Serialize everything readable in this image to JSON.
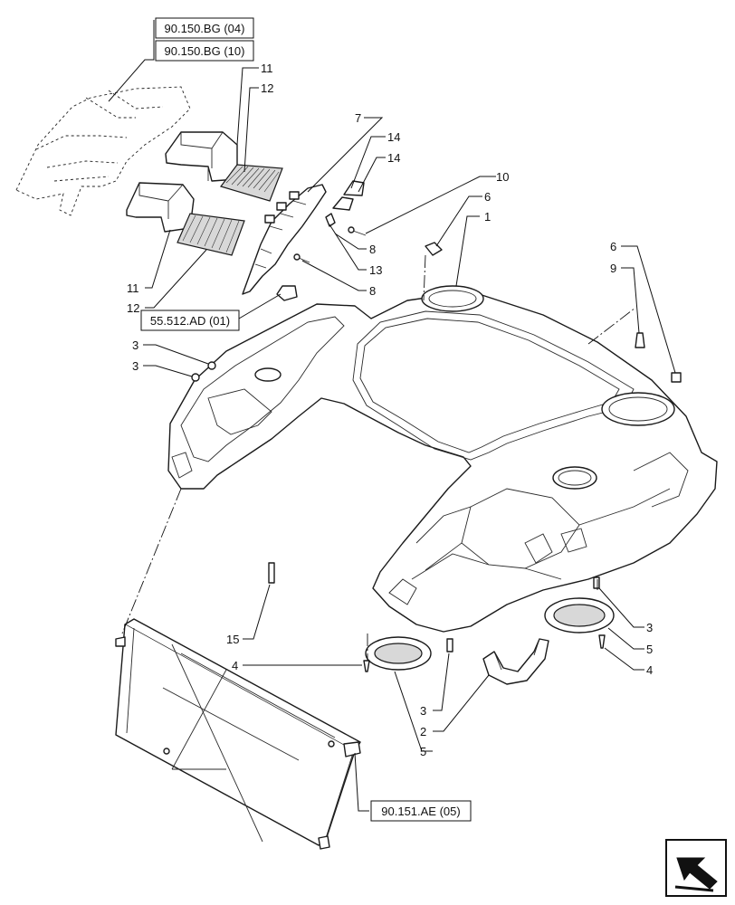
{
  "references": {
    "ref_90_150_bg_04": "90.150.BG (04)",
    "ref_90_150_bg_10": "90.150.BG (10)",
    "ref_55_512_ad_01": "55.512.AD (01)",
    "ref_90_151_ae_05": "90.151.AE (05)"
  },
  "callouts": {
    "c1": "1",
    "c2": "2",
    "c3a": "3",
    "c3b": "3",
    "c3c": "3",
    "c3d": "3",
    "c4a": "4",
    "c4b": "4",
    "c5a": "5",
    "c5b": "5",
    "c6a": "6",
    "c6b": "6",
    "c7": "7",
    "c8a": "8",
    "c8b": "8",
    "c9": "9",
    "c10": "10",
    "c11a": "11",
    "c11b": "11",
    "c12a": "12",
    "c12b": "12",
    "c13": "13",
    "c14a": "14",
    "c14b": "14",
    "c15": "15"
  },
  "icons": {
    "nav": "next-page-arrow-icon"
  }
}
